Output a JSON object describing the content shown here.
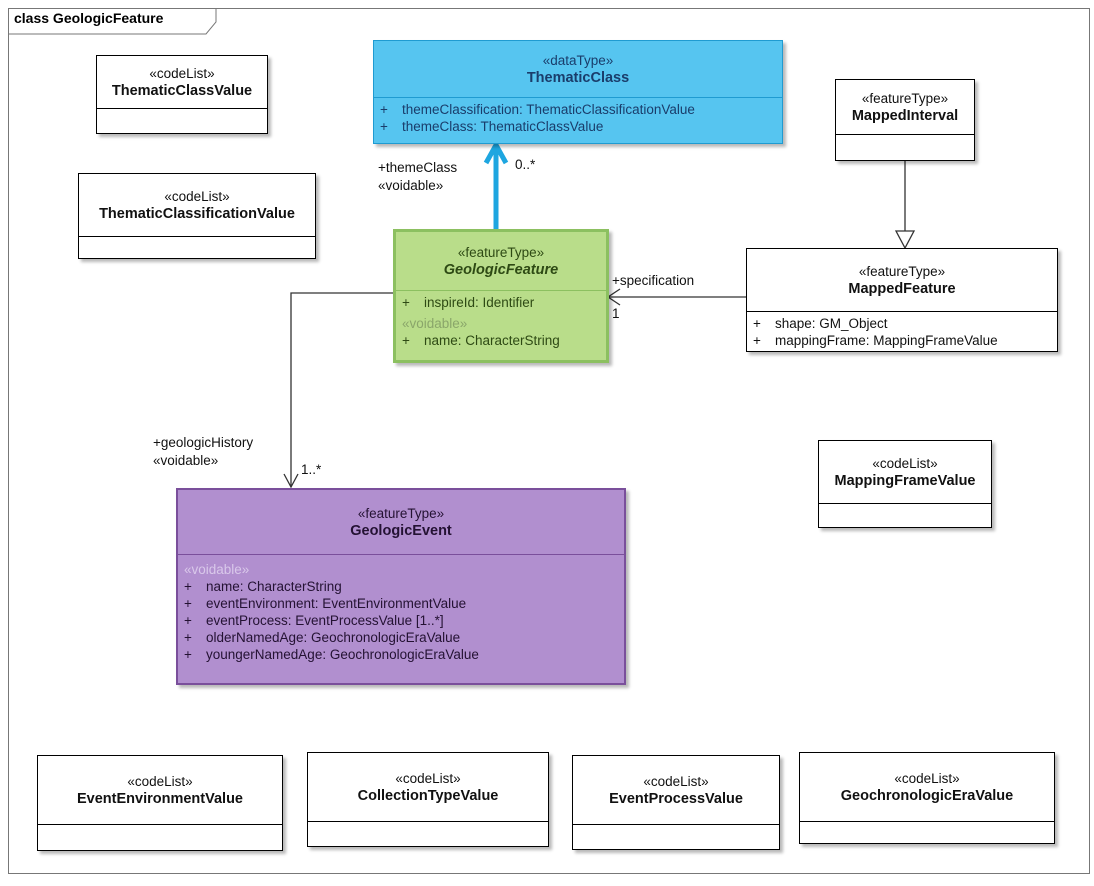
{
  "frame": {
    "title": "class GeologicFeature"
  },
  "classes": {
    "thematic_class_value": {
      "stereotype": "«codeList»",
      "name": "ThematicClassValue"
    },
    "thematic_classification_value": {
      "stereotype": "«codeList»",
      "name": "ThematicClassificationValue"
    },
    "thematic_class": {
      "stereotype": "«dataType»",
      "name": "ThematicClass",
      "attributes": [
        {
          "visibility": "+",
          "text": "themeClassification:  ThematicClassificationValue"
        },
        {
          "visibility": "+",
          "text": "themeClass:  ThematicClassValue"
        }
      ]
    },
    "mapped_interval": {
      "stereotype": "«featureType»",
      "name": "MappedInterval"
    },
    "geologic_feature": {
      "stereotype": "«featureType»",
      "name": "GeologicFeature",
      "attributes": [
        {
          "visibility": "+",
          "text": "inspireId:  Identifier"
        }
      ],
      "voidable_label": "«voidable»",
      "voidable_attributes": [
        {
          "visibility": "+",
          "text": "name:  CharacterString"
        }
      ]
    },
    "mapped_feature": {
      "stereotype": "«featureType»",
      "name": "MappedFeature",
      "attributes": [
        {
          "visibility": "+",
          "text": "shape:  GM_Object"
        },
        {
          "visibility": "+",
          "text": "mappingFrame:  MappingFrameValue"
        }
      ]
    },
    "mapping_frame_value": {
      "stereotype": "«codeList»",
      "name": "MappingFrameValue"
    },
    "geologic_event": {
      "stereotype": "«featureType»",
      "name": "GeologicEvent",
      "voidable_label": "«voidable»",
      "voidable_attributes": [
        {
          "visibility": "+",
          "text": "name:  CharacterString"
        },
        {
          "visibility": "+",
          "text": "eventEnvironment:  EventEnvironmentValue"
        },
        {
          "visibility": "+",
          "text": "eventProcess:  EventProcessValue [1..*]"
        },
        {
          "visibility": "+",
          "text": "olderNamedAge:  GeochronologicEraValue"
        },
        {
          "visibility": "+",
          "text": "youngerNamedAge:  GeochronologicEraValue"
        }
      ]
    },
    "event_environment_value": {
      "stereotype": "«codeList»",
      "name": "EventEnvironmentValue"
    },
    "collection_type_value": {
      "stereotype": "«codeList»",
      "name": "CollectionTypeValue"
    },
    "event_process_value": {
      "stereotype": "«codeList»",
      "name": "EventProcessValue"
    },
    "geochronologic_era_value": {
      "stereotype": "«codeList»",
      "name": "GeochronologicEraValue"
    }
  },
  "associations": {
    "theme_class": {
      "role": "+themeClass",
      "stereotype": "«voidable»",
      "multiplicity": "0..*",
      "color": "#1ea6e0"
    },
    "specification": {
      "role": "+specification",
      "multiplicity": "1"
    },
    "geologic_history": {
      "role": "+geologicHistory",
      "stereotype": "«voidable»",
      "multiplicity": "1..*"
    }
  }
}
